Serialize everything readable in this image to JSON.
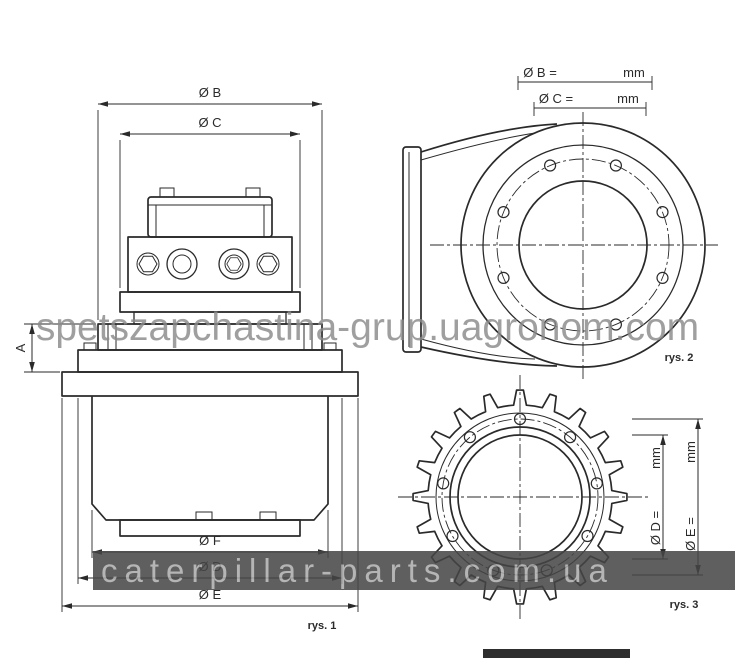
{
  "colors": {
    "line": "#2a2a2a",
    "wm": "#8a8a8a",
    "band-bg": "#454545",
    "band-text": "#a9a9a9"
  },
  "watermarks": {
    "center": "spetszapchastina-grup.uagronom.com",
    "bottom_band": "caterpillar-parts.com.ua"
  },
  "figures": {
    "fig1": {
      "caption": "rys. 1",
      "dim_b": "Ø B",
      "dim_c": "Ø C",
      "dim_a": "A",
      "dim_f": "Ø F",
      "dim_d": "Ø D",
      "dim_e": "Ø E"
    },
    "fig2": {
      "caption": "rys. 2",
      "dim_b_label": "Ø B =",
      "dim_b_unit": "mm",
      "dim_c_label": "Ø C =",
      "dim_c_unit": "mm"
    },
    "fig3": {
      "caption": "rys. 3",
      "dim_d_label": "Ø D =",
      "dim_d_unit": "mm",
      "dim_e_label": "Ø E =",
      "dim_e_unit": "mm"
    }
  }
}
